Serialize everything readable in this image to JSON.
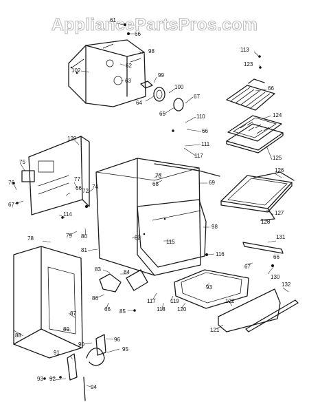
{
  "watermark": "AppliancePartsPros.com",
  "part_numbers": [
    "61",
    "66",
    "98",
    "102",
    "62",
    "63",
    "99",
    "64",
    "100",
    "65",
    "67",
    "110",
    "66",
    "111",
    "117",
    "113",
    "123",
    "66",
    "124",
    "125",
    "126",
    "127",
    "128",
    "129",
    "75",
    "76",
    "67",
    "77",
    "74",
    "73",
    "68",
    "69",
    "114",
    "66",
    "72",
    "79",
    "80",
    "81",
    "82",
    "115",
    "98",
    "78",
    "116",
    "83",
    "84",
    "67",
    "66",
    "131",
    "130",
    "93",
    "86",
    "66",
    "85",
    "117",
    "118",
    "119",
    "120",
    "121",
    "122",
    "132",
    "88",
    "87",
    "89",
    "90",
    "96",
    "91",
    "95",
    "92",
    "93",
    "94"
  ]
}
